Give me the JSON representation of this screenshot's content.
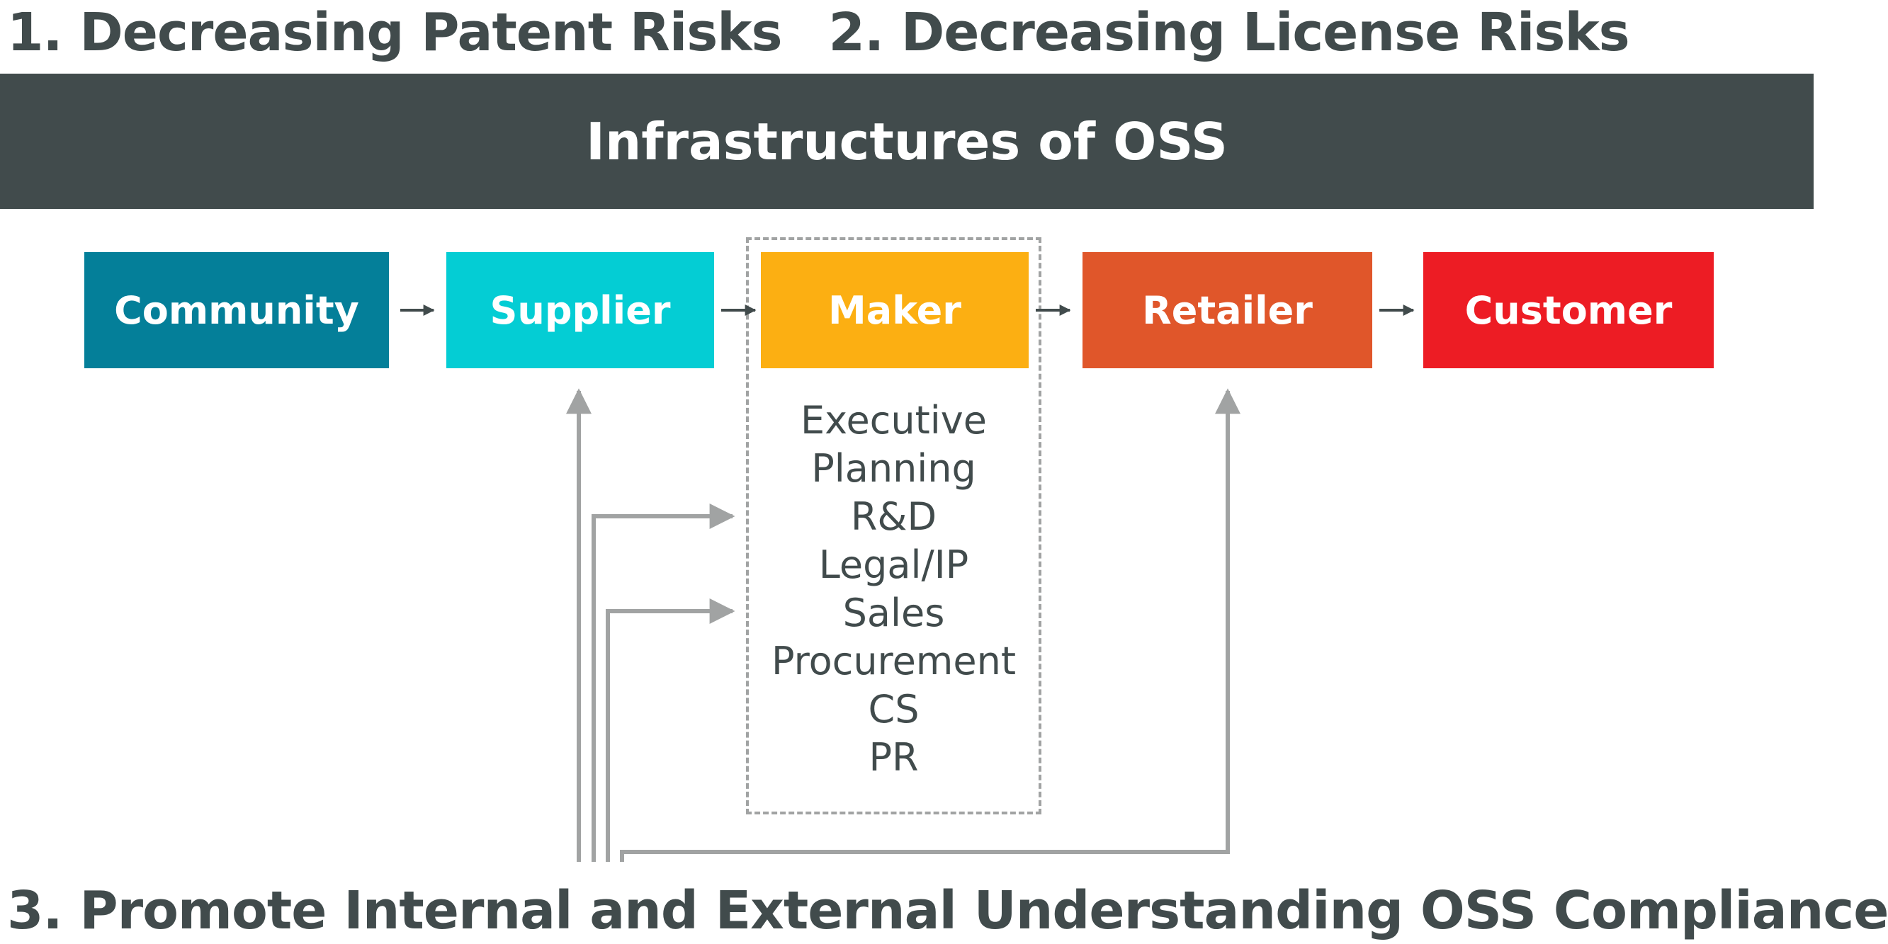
{
  "headings": {
    "patent": "1. Decreasing Patent Risks",
    "license": "2. Decreasing License Risks"
  },
  "banner": {
    "title": "Infrastructures of OSS"
  },
  "chain": [
    {
      "label": "Community",
      "color": "#047f99"
    },
    {
      "label": "Supplier",
      "color": "#04cdd4"
    },
    {
      "label": "Maker",
      "color": "#fcaf12"
    },
    {
      "label": "Retailer",
      "color": "#e0562a"
    },
    {
      "label": "Customer",
      "color": "#ed1c24"
    }
  ],
  "maker_departments": [
    "Executive",
    "Planning",
    "R&D",
    "Legal/IP",
    "Sales",
    "Procurement",
    "CS",
    "PR"
  ],
  "footer": {
    "title": "3. Promote Internal and External Understanding OSS Compliance"
  },
  "colors": {
    "text": "#414b4c",
    "banner_bg": "#414b4c",
    "chain_arrow": "#414b4c",
    "feedback_line": "#a1a3a3",
    "dashed_border": "#a1a3a3"
  }
}
